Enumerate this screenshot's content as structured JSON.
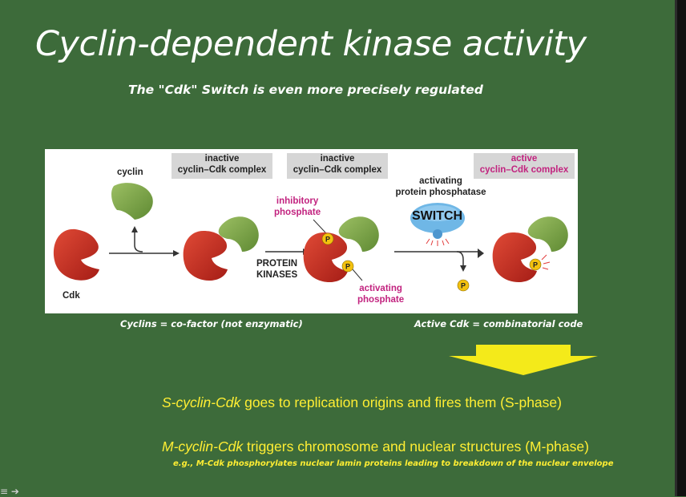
{
  "slide": {
    "title": "Cyclin-dependent kinase activity",
    "subtitle": "The \"Cdk\" Switch is even more precisely regulated"
  },
  "figure": {
    "labels": {
      "cyclin": "cyclin",
      "cdk": "Cdk",
      "inactive_box_1_line1": "inactive",
      "inactive_box_1_line2": "cyclin–Cdk complex",
      "inactive_box_2_line1": "inactive",
      "inactive_box_2_line2": "cyclin–Cdk complex",
      "active_box_line1": "active",
      "active_box_line2": "cyclin–Cdk complex",
      "inhibitory_line1": "inhibitory",
      "inhibitory_line2": "phosphate",
      "protein_kinases_line1": "PROTEIN",
      "protein_kinases_line2": "KINASES",
      "activating_phosphate_line1": "activating",
      "activating_phosphate_line2": "phosphate",
      "phosphatase_line1": "activating",
      "phosphatase_line2": "protein phosphatase",
      "switch": "SWITCH",
      "p": "P"
    },
    "colors": {
      "cdk_red": "#c8271d",
      "cyclin_green": "#7ea44a",
      "phosphate_yellow": "#f3c10f",
      "phosphatase_blue": "#6fb7e6",
      "label_magenta": "#c2237f"
    }
  },
  "captions": {
    "left": "Cyclins = co-factor (not enzymatic)",
    "right": "Active Cdk = combinatorial code"
  },
  "bullets": {
    "s_phase_em": "S-cyclin-Cdk",
    "s_phase_rest": " goes to replication origins and fires them (S-phase)",
    "m_phase_em": "M-cyclin-Cdk",
    "m_phase_rest": " triggers chromosome and nuclear structures (M-phase)",
    "m_phase_note": "e.g., M-Cdk phosphorylates nuclear lamin proteins leading to breakdown of the nuclear envelope"
  },
  "colors": {
    "background": "#3d6b3a",
    "text_white": "#ffffff",
    "text_yellow": "#ffee33",
    "arrow_yellow": "#f4ea1a"
  },
  "icons": {
    "nav": "slide-nav-icons"
  }
}
